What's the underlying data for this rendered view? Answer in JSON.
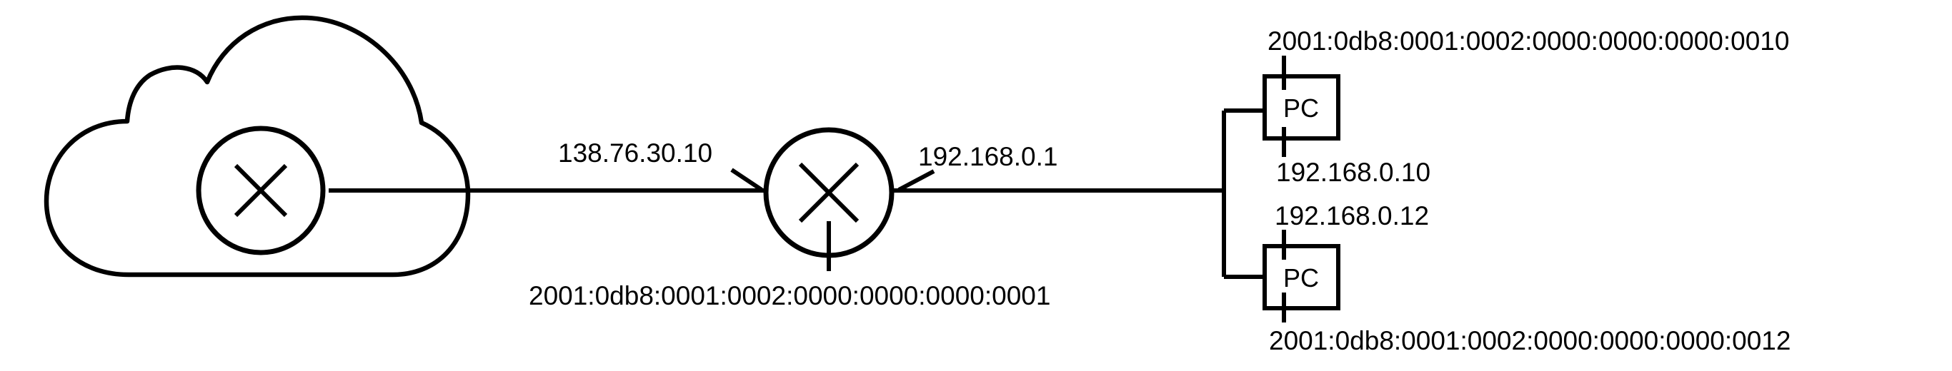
{
  "router": {
    "wan_ipv4": "138.76.30.10",
    "lan_ipv4": "192.168.0.1",
    "ipv6": "2001:0db8:0001:0002:0000:0000:0000:0001"
  },
  "pcs": [
    {
      "label": "PC",
      "ipv6": "2001:0db8:0001:0002:0000:0000:0000:0010",
      "ipv4": "192.168.0.10"
    },
    {
      "label": "PC",
      "ipv4": "192.168.0.12",
      "ipv6": "2001:0db8:0001:0002:0000:0000:0000:0012"
    }
  ],
  "colors": {
    "stroke": "#000000",
    "background": "#ffffff"
  }
}
